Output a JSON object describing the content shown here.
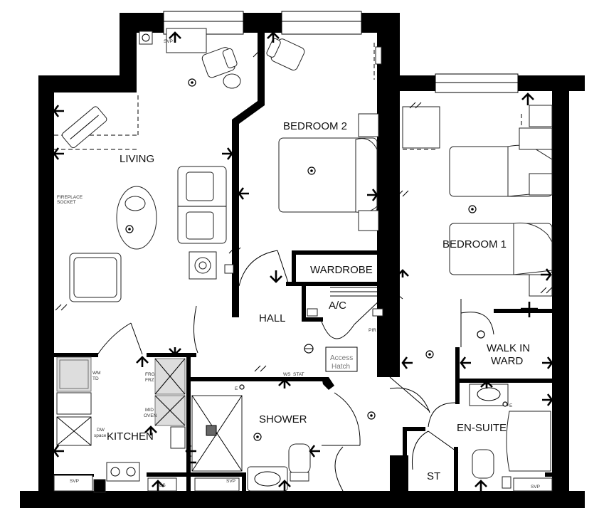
{
  "rooms": {
    "living": "LIVING",
    "bedroom2": "BEDROOM 2",
    "bedroom1": "BEDROOM 1",
    "wardrobe": "WARDROBE",
    "ac": "A/C",
    "hall": "HALL",
    "walk_in_line1": "WALK IN",
    "walk_in_line2": "WARD",
    "shower": "SHOWER",
    "ensuite": "EN-SUITE",
    "kitchen": "KITCHEN",
    "st": "ST"
  },
  "notes": {
    "fireplace_line1": "FIREPLACE",
    "fireplace_line2": "SOCKET",
    "access_line1": "Access",
    "access_line2": "Hatch",
    "svp_living": "SVP",
    "svp_kitchen": "SVP",
    "svp_shower": "SVP",
    "svp_ensuite": "SVP",
    "wm": "WM",
    "td": "TD",
    "frg": "FRG",
    "frz": "FRZ",
    "mid": "MID",
    "oven": "OVEN",
    "dw": "DW",
    "space": "space",
    "ws": "WS",
    "stat": "STAT",
    "pir": "PIR",
    "e1": "E",
    "e2": "E",
    "bs": "BS"
  },
  "colors": {
    "wall": "#000000",
    "background": "#ffffff",
    "fixture_grey": "#dddddd"
  }
}
